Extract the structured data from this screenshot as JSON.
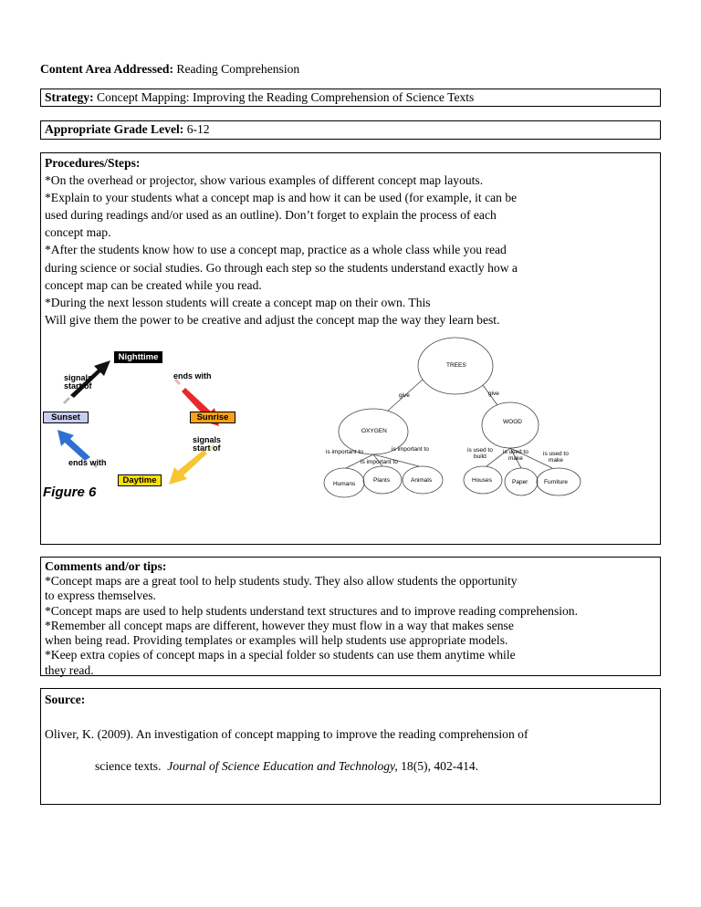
{
  "content_area": {
    "label": "Content Area Addressed:",
    "value": "Reading Comprehension"
  },
  "strategy": {
    "label": "Strategy:",
    "value": "Concept Mapping: Improving the Reading Comprehension of Science Texts"
  },
  "grade": {
    "label": "Appropriate Grade Level:",
    "value": "6-12"
  },
  "procedures": {
    "heading": "Procedures/Steps:",
    "lines": [
      "*On the overhead or projector, show various examples of different concept map layouts.",
      "*Explain to your students what a concept map is and how it can be used (for example, it can be",
      "used during readings and/or used as an outline).  Don’t forget to explain the process of each",
      "concept map.",
      "*After the students know how to use a concept map, practice as a whole class while you read",
      "during science or social studies.  Go through each step so the students understand exactly how a",
      "concept map can be created while you read.",
      "*During the next lesson students will create a concept map on their own.  This",
      "Will give them the power to be creative and adjust the concept map the way they learn best."
    ]
  },
  "cycle_figure": {
    "nighttime": "Nighttime",
    "sunrise": "Sunrise",
    "daytime": "Daytime",
    "sunset": "Sunset",
    "ends_with_1": "ends with",
    "signals_1a": "signals",
    "signals_1b": "start of",
    "ends_with_2": "ends with",
    "signals_2a": "signals",
    "signals_2b": "start of",
    "caption": "Figure 6",
    "colors": {
      "nighttime": "#000000",
      "sunrise": "#f7a21b",
      "daytime": "#ffe000",
      "sunset": "#c9cdf0",
      "red": "#e8282a",
      "yellow": "#f7c531",
      "blue": "#2f6fd1",
      "black": "#111111"
    }
  },
  "tree_map": {
    "trees": "TREES",
    "give_1": "give",
    "give_2": "give",
    "oxygen": "OXYGEN",
    "wood": "WOOD",
    "imp_1": "is important to",
    "imp_2": "is important to",
    "imp_3": "is important to",
    "humans": "Humans",
    "plants": "Plants",
    "animals": "Animals",
    "used_1a": "is used to",
    "used_1b": "build",
    "used_2a": "is used to",
    "used_2b": "make",
    "used_3a": "is used to",
    "used_3b": "make",
    "houses": "Houses",
    "paper": "Paper",
    "furniture": "Furniture"
  },
  "comments": {
    "heading": "Comments and/or tips:",
    "lines": [
      "*Concept maps are a great tool to help students study.  They also allow students the opportunity",
      "to express themselves.",
      "*Concept maps are used to help students understand text structures and to improve reading comprehension.",
      "*Remember all concept maps are different, however they must flow in a way that makes sense",
      "when being read. Providing templates or examples will help students use appropriate models.",
      "*Keep extra copies of concept maps in a special folder so students can use them anytime while",
      "they read."
    ]
  },
  "source": {
    "heading": "Source:",
    "line1": "Oliver, K. (2009). An investigation of concept mapping to improve the reading comprehension of",
    "line2_start": "science texts.  ",
    "journal": "Journal of Science Education and Technology,",
    "line2_end": " 18(5), 402-414."
  }
}
